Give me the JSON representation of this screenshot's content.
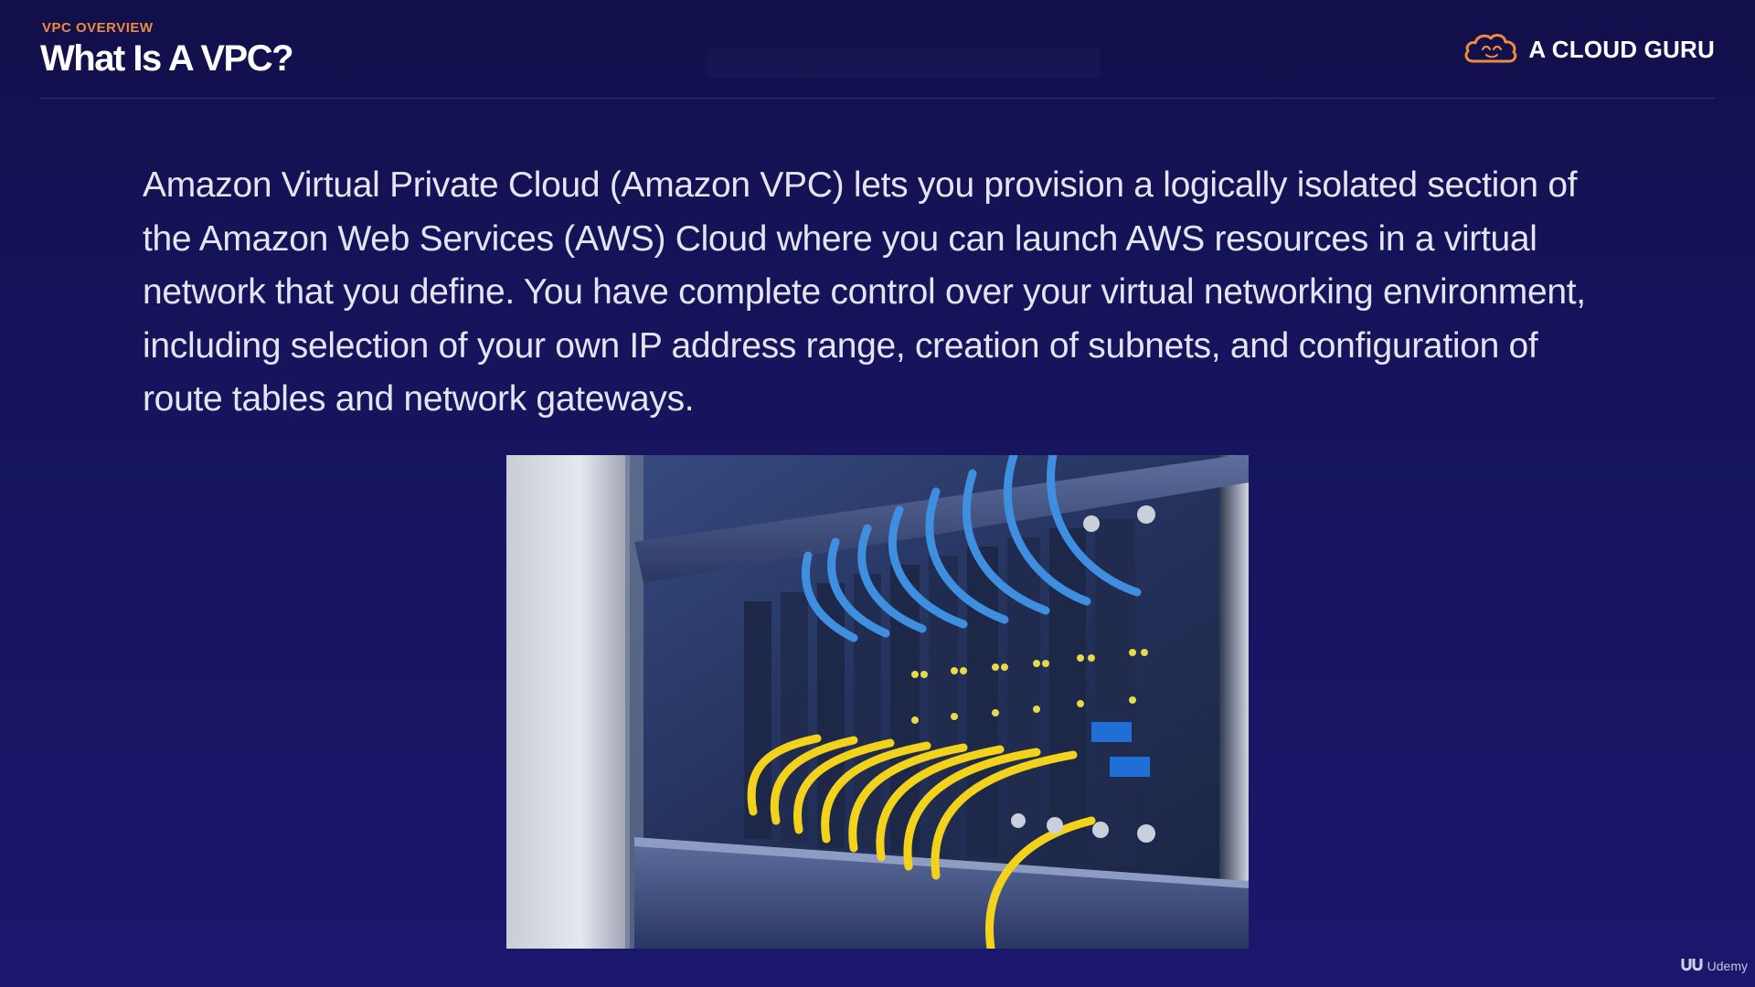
{
  "slide": {
    "eyebrow": "VPC OVERVIEW",
    "title": "What Is A VPC?",
    "body": "Amazon Virtual Private Cloud (Amazon VPC) lets you provision a logically isolated section of the Amazon Web Services (AWS) Cloud where you can launch AWS resources in a virtual network that you define. You have complete control over your virtual networking environment, including selection of your own IP address range, creation of subnets, and configuration of route tables and network gateways."
  },
  "brand": {
    "name": "A CLOUD GURU",
    "icon": "cloud-logo-icon",
    "accent": "#f08a3c"
  },
  "photo": {
    "subject": "network-switch-rack-image"
  },
  "watermark": {
    "label": "Udemy",
    "icon": "udemy-logo-icon"
  },
  "colors": {
    "background": "#15145a",
    "accent": "#f08a3c",
    "body_text": "#e4e4f2"
  }
}
